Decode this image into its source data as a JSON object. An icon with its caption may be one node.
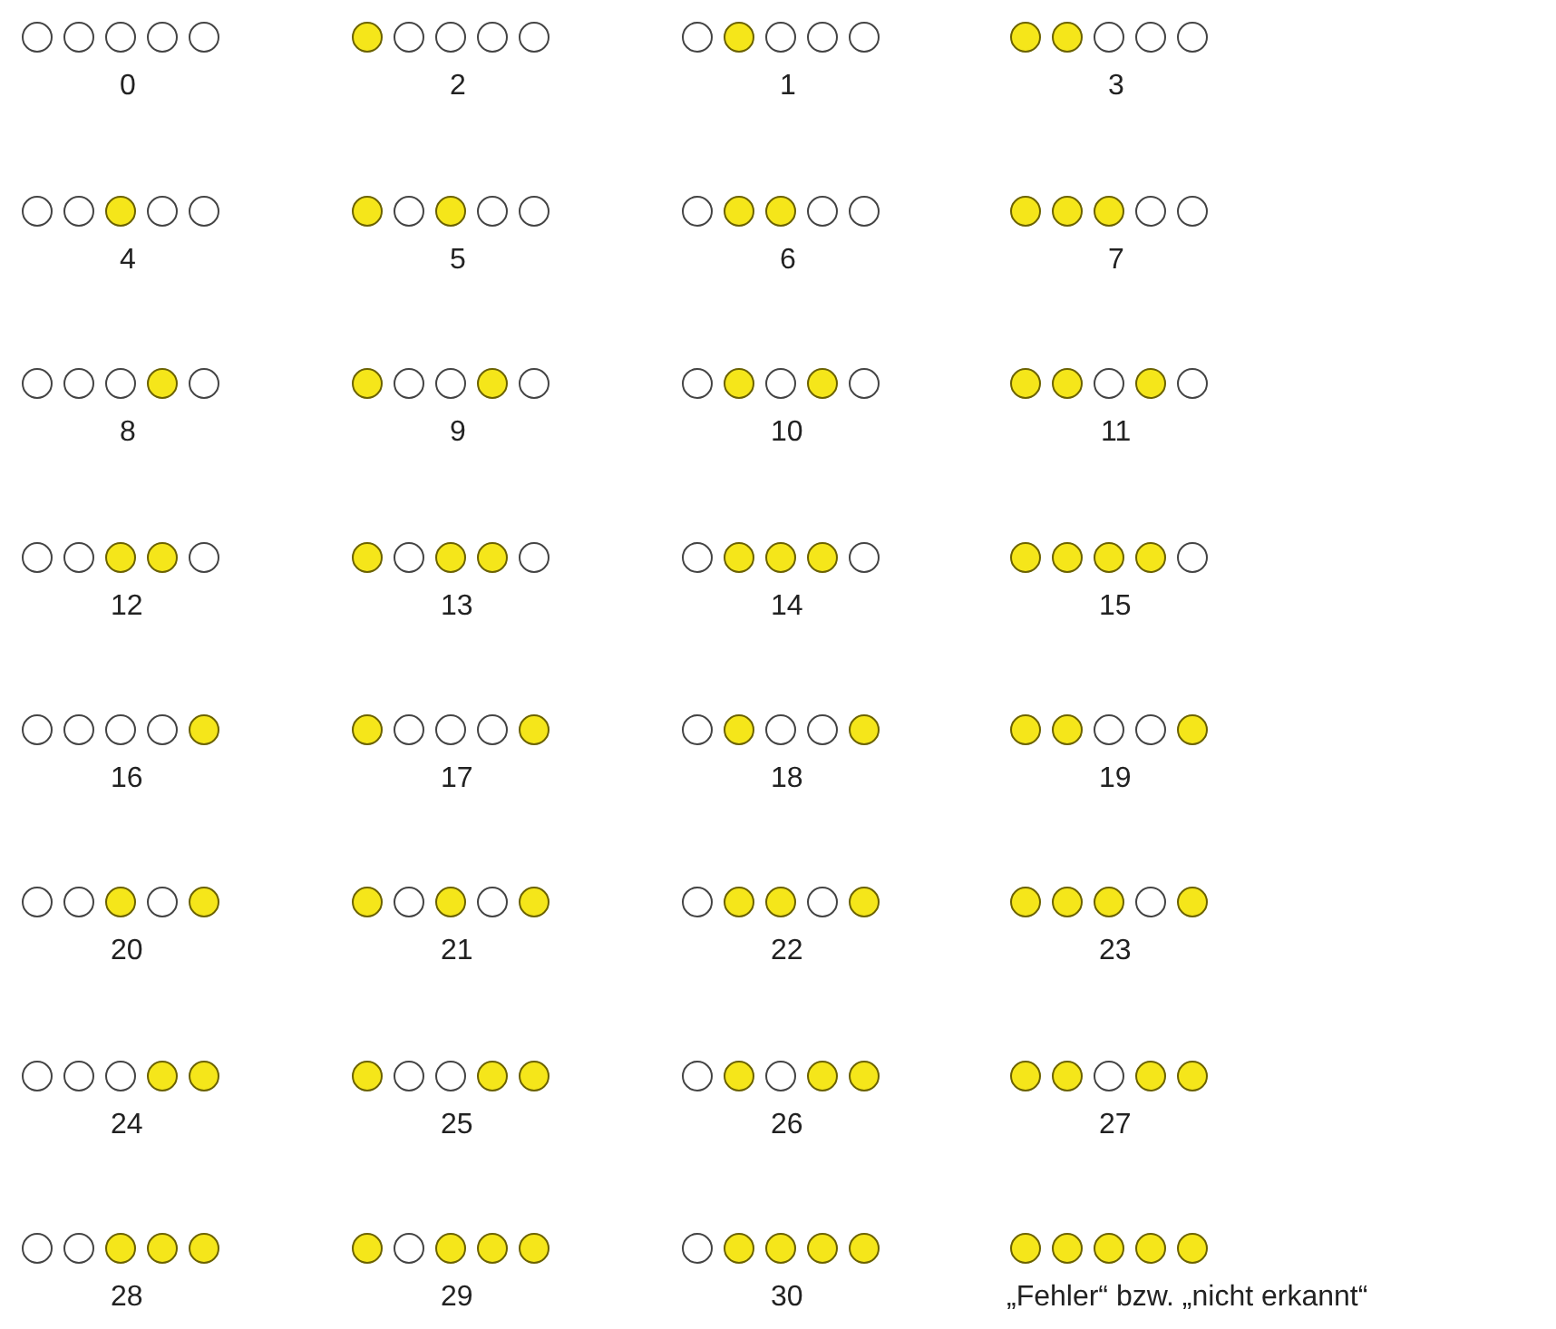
{
  "diagram": {
    "nodes": [
      {
        "text": [
          "0"
        ]
      },
      {
        "text": [],
        "shape": "circle",
        "in": 0
      },
      {
        "text": [],
        "shape": "circle",
        "in": 0
      },
      {
        "text": [],
        "shape": "circle",
        "in": 0
      },
      {
        "text": [],
        "shape": "circle",
        "in": 0
      },
      {
        "text": [],
        "shape": "circle",
        "in": 0
      },
      {
        "text": [
          "2"
        ]
      },
      {
        "text": [],
        "shape": "disc",
        "in": 6
      },
      {
        "text": [],
        "shape": "circle",
        "in": 6
      },
      {
        "text": [],
        "shape": "circle",
        "in": 6
      },
      {
        "text": [],
        "shape": "circle",
        "in": 6
      },
      {
        "text": [],
        "shape": "circle",
        "in": 6
      },
      {
        "text": [
          "1"
        ]
      },
      {
        "text": [],
        "shape": "circle",
        "in": 12
      },
      {
        "text": [],
        "shape": "disc",
        "in": 12
      },
      {
        "text": [],
        "shape": "circle",
        "in": 12
      },
      {
        "text": [],
        "shape": "circle",
        "in": 12
      },
      {
        "text": [],
        "shape": "circle",
        "in": 12
      },
      {
        "text": [
          "3"
        ]
      },
      {
        "text": [],
        "shape": "disc",
        "in": 18
      },
      {
        "text": [],
        "shape": "disc",
        "in": 18
      },
      {
        "text": [],
        "shape": "circle",
        "in": 18
      },
      {
        "text": [],
        "shape": "circle",
        "in": 18
      },
      {
        "text": [],
        "shape": "circle",
        "in": 18
      },
      {
        "text": [
          "4"
        ]
      },
      {
        "text": [],
        "shape": "circle",
        "in": 24
      },
      {
        "text": [],
        "shape": "circle",
        "in": 24
      },
      {
        "text": [],
        "shape": "disc",
        "in": 24
      },
      {
        "text": [],
        "shape": "circle",
        "in": 24
      },
      {
        "text": [],
        "shape": "circle",
        "in": 24
      },
      {
        "text": [
          "5"
        ]
      },
      {
        "text": [],
        "shape": "disc",
        "in": 30
      },
      {
        "text": [],
        "shape": "circle",
        "in": 30
      },
      {
        "text": [],
        "shape": "disc",
        "in": 30
      },
      {
        "text": [],
        "shape": "circle",
        "in": 30
      },
      {
        "text": [],
        "shape": "circle",
        "in": 30
      },
      {
        "text": [
          "6"
        ]
      },
      {
        "text": [],
        "shape": "circle",
        "in": 36
      },
      {
        "text": [],
        "shape": "disc",
        "in": 36
      },
      {
        "text": [],
        "shape": "disc",
        "in": 36
      },
      {
        "text": [],
        "shape": "circle",
        "in": 36
      },
      {
        "text": [],
        "shape": "circle",
        "in": 36
      },
      {
        "text": [
          "7"
        ]
      },
      {
        "text": [],
        "shape": "disc",
        "in": 42
      },
      {
        "text": [],
        "shape": "disc",
        "in": 42
      },
      {
        "text": [],
        "shape": "disc",
        "in": 42
      },
      {
        "text": [],
        "shape": "circle",
        "in": 42
      },
      {
        "text": [],
        "shape": "circle",
        "in": 42
      },
      {
        "text": [
          "8"
        ]
      },
      {
        "text": [],
        "shape": "circle",
        "in": 48
      },
      {
        "text": [],
        "shape": "circle",
        "in": 48
      },
      {
        "text": [],
        "shape": "circle",
        "in": 48
      },
      {
        "text": [],
        "shape": "disc",
        "in": 48
      },
      {
        "text": [],
        "shape": "circle",
        "in": 48
      },
      {
        "text": [
          "9"
        ]
      },
      {
        "text": [],
        "shape": "disc",
        "in": 54
      },
      {
        "text": [],
        "shape": "circle",
        "in": 54
      },
      {
        "text": [],
        "shape": "circle",
        "in": 54
      },
      {
        "text": [],
        "shape": "disc",
        "in": 54
      },
      {
        "text": [],
        "shape": "circle",
        "in": 54
      },
      {
        "text": [
          "10"
        ]
      },
      {
        "text": [],
        "shape": "circle",
        "in": 60
      },
      {
        "text": [],
        "shape": "disc",
        "in": 60
      },
      {
        "text": [],
        "shape": "circle",
        "in": 60
      },
      {
        "text": [],
        "shape": "disc",
        "in": 60
      },
      {
        "text": [],
        "shape": "circle",
        "in": 60
      },
      {
        "text": [
          "11"
        ]
      },
      {
        "text": [],
        "shape": "disc",
        "in": 66
      },
      {
        "text": [],
        "shape": "disc",
        "in": 66
      },
      {
        "text": [],
        "shape": "circle",
        "in": 66
      },
      {
        "text": [],
        "shape": "disc",
        "in": 66
      },
      {
        "text": [],
        "shape": "circle",
        "in": 66
      },
      {
        "text": [
          "12"
        ]
      },
      {
        "text": [],
        "shape": "circle",
        "in": 72
      },
      {
        "text": [],
        "shape": "circle",
        "in": 72
      },
      {
        "text": [],
        "shape": "disc",
        "in": 72
      },
      {
        "text": [],
        "shape": "disc",
        "in": 72
      },
      {
        "text": [],
        "shape": "circle",
        "in": 72
      },
      {
        "text": [
          "13"
        ]
      },
      {
        "text": [],
        "shape": "disc",
        "in": 78
      },
      {
        "text": [],
        "shape": "circle",
        "in": 78
      },
      {
        "text": [],
        "shape": "disc",
        "in": 78
      },
      {
        "text": [],
        "shape": "disc",
        "in": 78
      },
      {
        "text": [],
        "shape": "circle",
        "in": 78
      },
      {
        "text": [
          "14"
        ]
      },
      {
        "text": [],
        "shape": "circle",
        "in": 84
      },
      {
        "text": [],
        "shape": "disc",
        "in": 84
      },
      {
        "text": [],
        "shape": "disc",
        "in": 84
      },
      {
        "text": [],
        "shape": "disc",
        "in": 84
      },
      {
        "text": [],
        "shape": "circle",
        "in": 84
      },
      {
        "text": [
          "15"
        ]
      },
      {
        "text": [],
        "shape": "disc",
        "in": 90
      },
      {
        "text": [],
        "shape": "disc",
        "in": 90
      },
      {
        "text": [],
        "shape": "disc",
        "in": 90
      },
      {
        "text": [],
        "shape": "disc",
        "in": 90
      },
      {
        "text": [],
        "shape": "circle",
        "in": 90
      },
      {
        "text": [
          "16"
        ]
      },
      {
        "text": [],
        "shape": "circle",
        "in": 96
      },
      {
        "text": [],
        "shape": "circle",
        "in": 96
      },
      {
        "text": [],
        "shape": "circle",
        "in": 96
      },
      {
        "text": [],
        "shape": "circle",
        "in": 96
      },
      {
        "text": [],
        "shape": "disc",
        "in": 96
      },
      {
        "text": [
          "17"
        ]
      },
      {
        "text": [],
        "shape": "disc",
        "in": 102
      },
      {
        "text": [],
        "shape": "circle",
        "in": 102
      },
      {
        "text": [],
        "shape": "circle",
        "in": 102
      },
      {
        "text": [],
        "shape": "circle",
        "in": 102
      },
      {
        "text": [],
        "shape": "disc",
        "in": 102
      },
      {
        "text": [
          "18"
        ]
      },
      {
        "text": [],
        "shape": "circle",
        "in": 108
      },
      {
        "text": [],
        "shape": "disc",
        "in": 108
      },
      {
        "text": [],
        "shape": "circle",
        "in": 108
      },
      {
        "text": [],
        "shape": "circle",
        "in": 108
      },
      {
        "text": [],
        "shape": "disc",
        "in": 108
      },
      {
        "text": [
          "19"
        ]
      },
      {
        "text": [],
        "shape": "disc",
        "in": 114
      },
      {
        "text": [],
        "shape": "disc",
        "in": 114
      },
      {
        "text": [],
        "shape": "circle",
        "in": 114
      },
      {
        "text": [],
        "shape": "circle",
        "in": 114
      },
      {
        "text": [],
        "shape": "disc",
        "in": 114
      },
      {
        "text": [
          "20"
        ]
      },
      {
        "text": [],
        "shape": "circle",
        "in": 120
      },
      {
        "text": [],
        "shape": "circle",
        "in": 120
      },
      {
        "text": [],
        "shape": "disc",
        "in": 120
      },
      {
        "text": [],
        "shape": "circle",
        "in": 120
      },
      {
        "text": [],
        "shape": "disc",
        "in": 120
      },
      {
        "text": [
          "21"
        ]
      },
      {
        "text": [],
        "shape": "disc",
        "in": 126
      },
      {
        "text": [],
        "shape": "circle",
        "in": 126
      },
      {
        "text": [],
        "shape": "disc",
        "in": 126
      },
      {
        "text": [],
        "shape": "circle",
        "in": 126
      },
      {
        "text": [],
        "shape": "disc",
        "in": 126
      },
      {
        "text": [
          "22"
        ]
      },
      {
        "text": [],
        "shape": "circle",
        "in": 132
      },
      {
        "text": [],
        "shape": "disc",
        "in": 132
      },
      {
        "text": [],
        "shape": "disc",
        "in": 132
      },
      {
        "text": [],
        "shape": "circle",
        "in": 132
      },
      {
        "text": [],
        "shape": "disc",
        "in": 132
      },
      {
        "text": [
          "23"
        ]
      },
      {
        "text": [],
        "shape": "disc",
        "in": 138
      },
      {
        "text": [],
        "shape": "disc",
        "in": 138
      },
      {
        "text": [],
        "shape": "disc",
        "in": 138
      },
      {
        "text": [],
        "shape": "circle",
        "in": 138
      },
      {
        "text": [],
        "shape": "disc",
        "in": 138
      },
      {
        "text": [
          "24"
        ]
      },
      {
        "text": [],
        "shape": "circle",
        "in": 144
      },
      {
        "text": [],
        "shape": "circle",
        "in": 144
      },
      {
        "text": [],
        "shape": "circle",
        "in": 144
      },
      {
        "text": [],
        "shape": "disc",
        "in": 144
      },
      {
        "text": [],
        "shape": "disc",
        "in": 144
      },
      {
        "text": [
          "25"
        ]
      },
      {
        "text": [],
        "shape": "disc",
        "in": 150
      },
      {
        "text": [],
        "shape": "circle",
        "in": 150
      },
      {
        "text": [],
        "shape": "circle",
        "in": 150
      },
      {
        "text": [],
        "shape": "disc",
        "in": 150
      },
      {
        "text": [],
        "shape": "disc",
        "in": 150
      },
      {
        "text": [
          "26"
        ]
      },
      {
        "text": [],
        "shape": "circle",
        "in": 156
      },
      {
        "text": [],
        "shape": "disc",
        "in": 156
      },
      {
        "text": [],
        "shape": "circle",
        "in": 156
      },
      {
        "text": [],
        "shape": "disc",
        "in": 156
      },
      {
        "text": [],
        "shape": "disc",
        "in": 156
      },
      {
        "text": [
          "27"
        ]
      },
      {
        "text": [],
        "shape": "disc",
        "in": 162
      },
      {
        "text": [],
        "shape": "disc",
        "in": 162
      },
      {
        "text": [],
        "shape": "circle",
        "in": 162
      },
      {
        "text": [],
        "shape": "disc",
        "in": 162
      },
      {
        "text": [],
        "shape": "disc",
        "in": 162
      },
      {
        "text": [
          "28"
        ]
      },
      {
        "text": [],
        "shape": "circle",
        "in": 168
      },
      {
        "text": [],
        "shape": "circle",
        "in": 168
      },
      {
        "text": [],
        "shape": "disc",
        "in": 168
      },
      {
        "text": [],
        "shape": "disc",
        "in": 168
      },
      {
        "text": [],
        "shape": "disc",
        "in": 168
      },
      {
        "text": [
          "29"
        ]
      },
      {
        "text": [],
        "shape": "disc",
        "in": 174
      },
      {
        "text": [],
        "shape": "circle",
        "in": 174
      },
      {
        "text": [],
        "shape": "disc",
        "in": 174
      },
      {
        "text": [],
        "shape": "disc",
        "in": 174
      },
      {
        "text": [],
        "shape": "disc",
        "in": 174
      },
      {
        "text": [
          "30"
        ]
      },
      {
        "text": [],
        "shape": "circle",
        "in": 180
      },
      {
        "text": [],
        "shape": "disc",
        "in": 180
      },
      {
        "text": [],
        "shape": "disc",
        "in": 180
      },
      {
        "text": [],
        "shape": "disc",
        "in": 180
      },
      {
        "text": [],
        "shape": "disc",
        "in": 180
      },
      {
        "text": [
          "„Fehler“ bzw. „nicht erkannt“"
        ]
      },
      {
        "text": [],
        "shape": "disc",
        "in": 186
      },
      {
        "text": [],
        "shape": "disc",
        "in": 186
      },
      {
        "text": [],
        "shape": "disc",
        "in": 186
      },
      {
        "text": [],
        "shape": "disc",
        "in": 186
      },
      {
        "text": [],
        "shape": "disc",
        "in": 186
      }
    ]
  }
}
